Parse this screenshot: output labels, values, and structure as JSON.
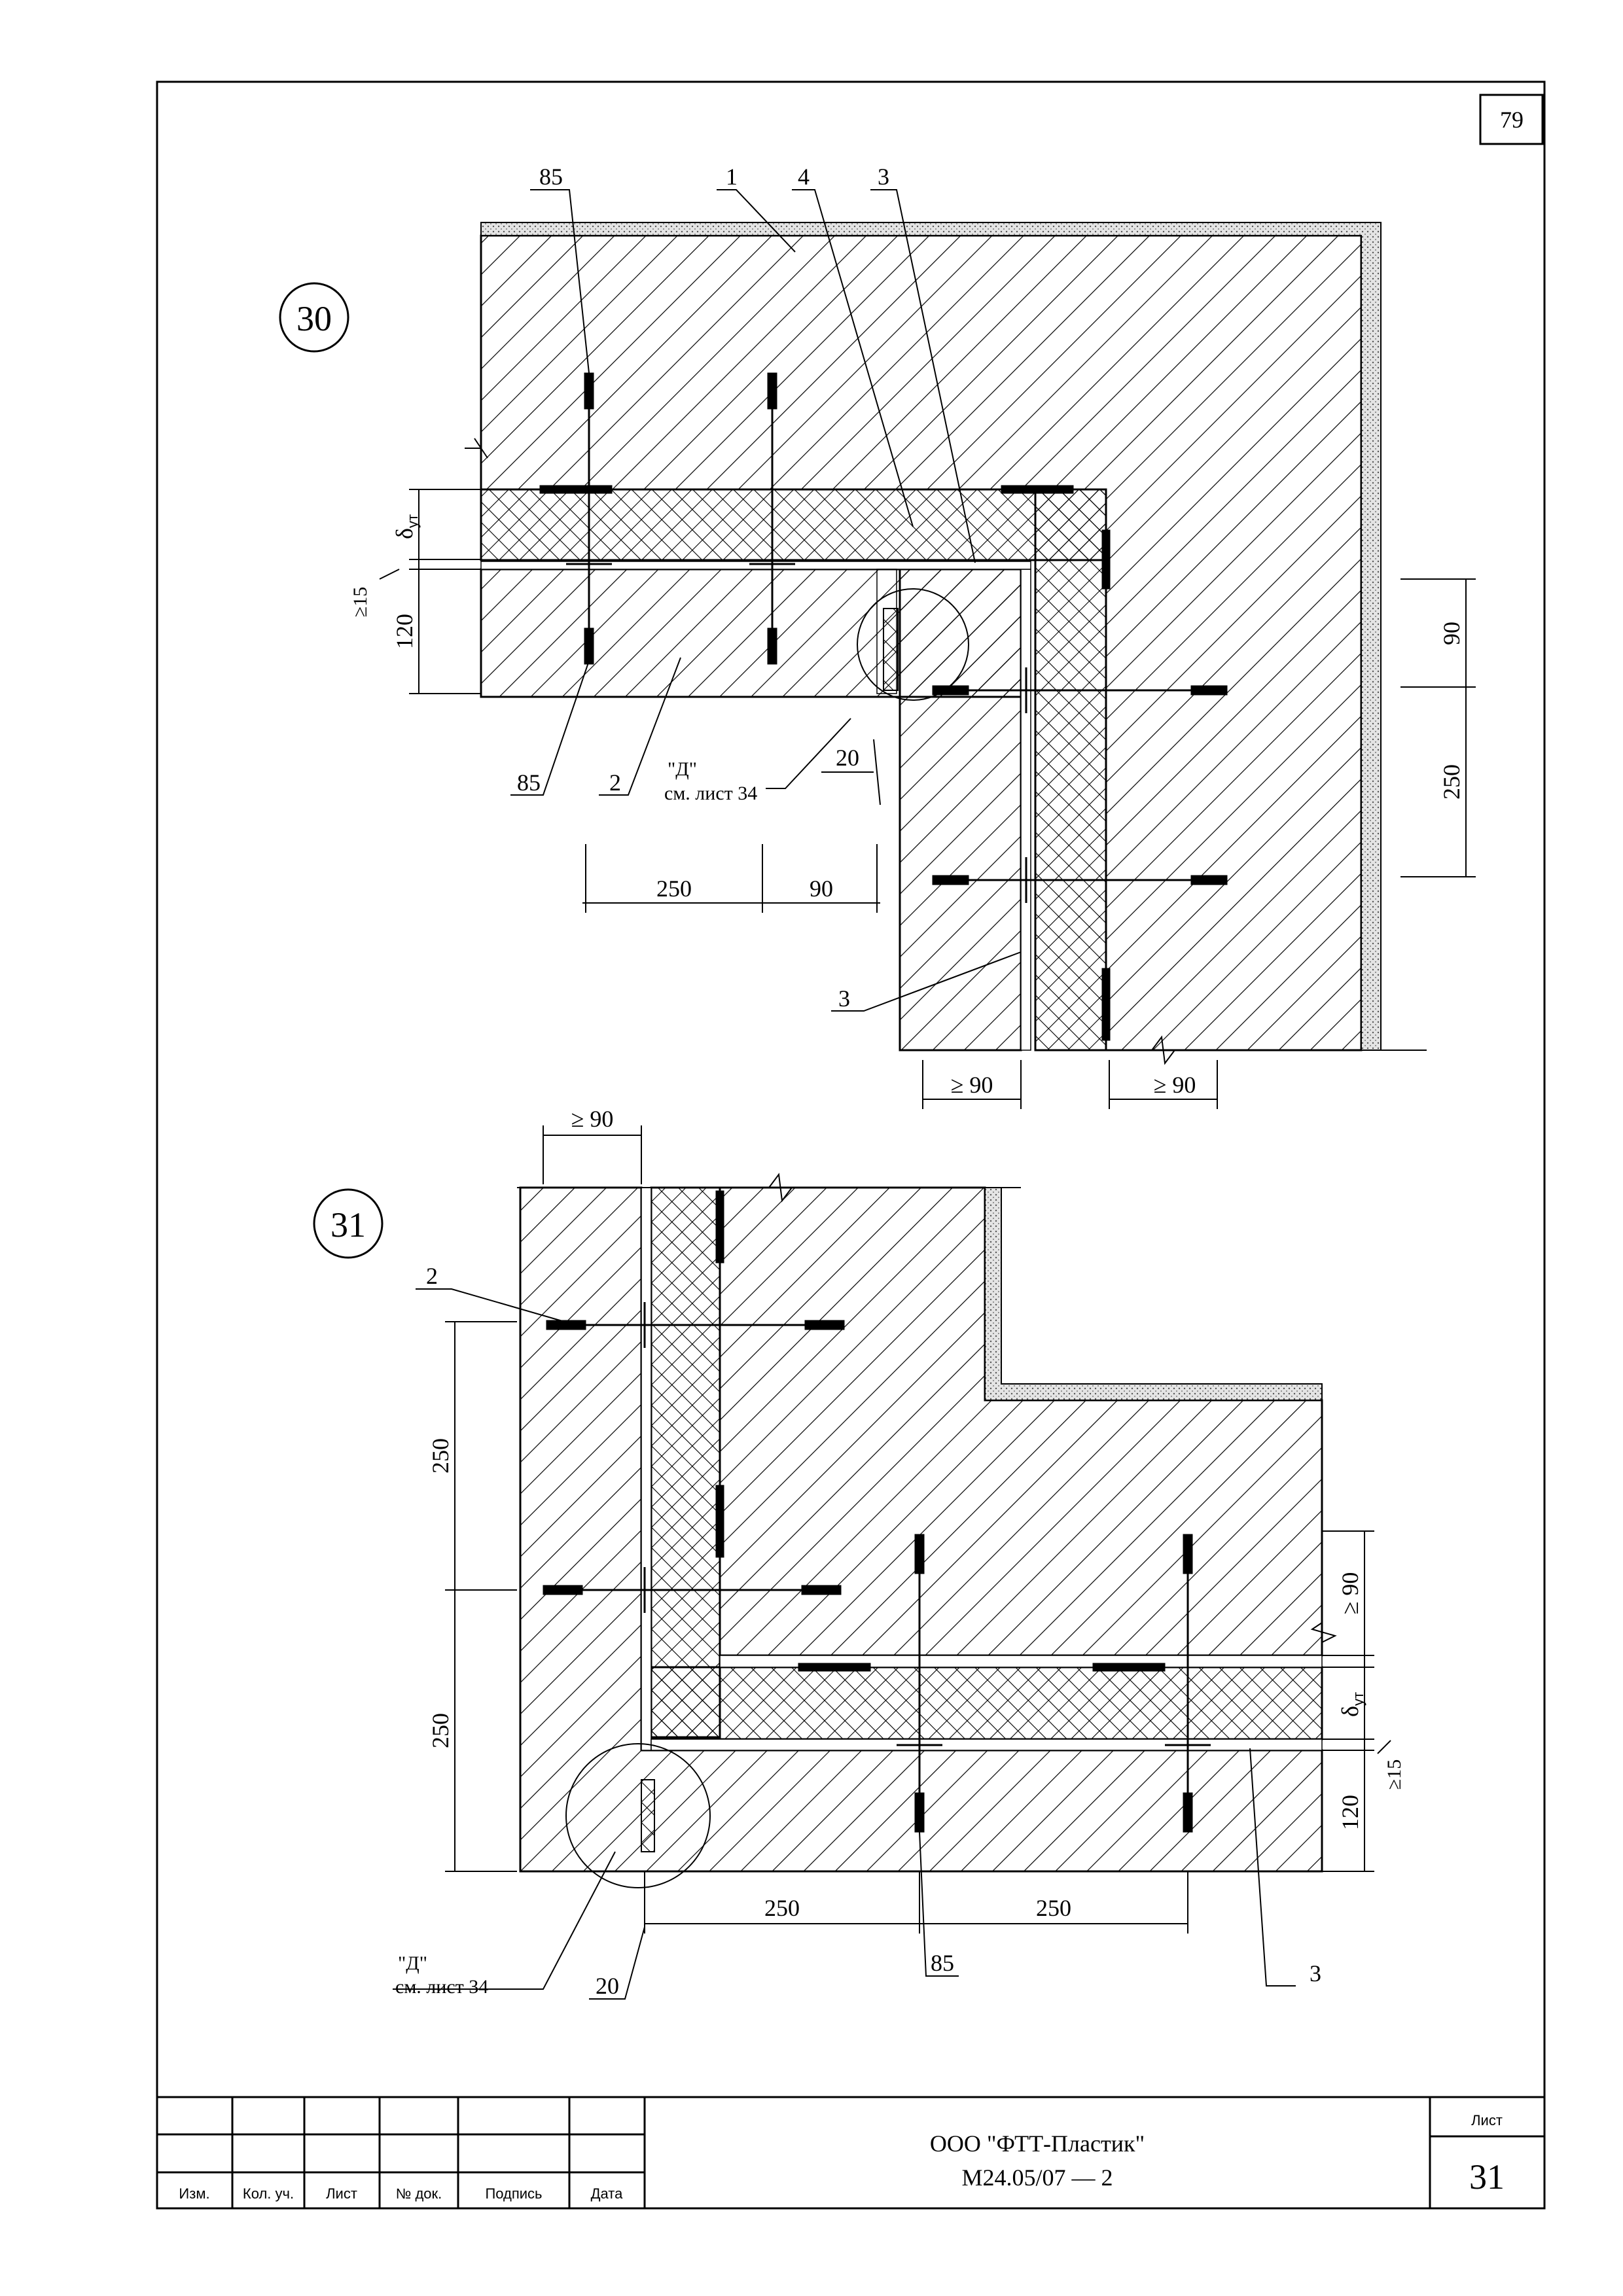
{
  "page_number": "79",
  "detail_30": {
    "marker": "30",
    "labels": [
      "85",
      "1",
      "4",
      "3",
      "85",
      "2",
      "3"
    ],
    "callout": {
      "code": "\"Д\"",
      "ref": "см. лист 34"
    },
    "dims": {
      "d250": "250",
      "d90": "90",
      "d20": "20",
      "ge15": "≥15",
      "d120": "120",
      "delta": "δ",
      "delta_sub": "ут",
      "ge90": "≥ 90"
    }
  },
  "detail_31": {
    "marker": "31",
    "labels": [
      "2",
      "85",
      "3"
    ],
    "callout": {
      "code": "\"Д\"",
      "ref": "см. лист 34"
    },
    "dims": {
      "d250": "250",
      "d90": "≥ 90",
      "d20": "20",
      "ge15": "≥15",
      "d120": "120",
      "delta": "δ",
      "delta_sub": "ут"
    }
  },
  "title_block": {
    "col_headers": [
      "Изм.",
      "Кол. уч.",
      "Лист",
      "№ док.",
      "Подпись",
      "Дата"
    ],
    "org": "ООО \"ФТТ-Пластик\"",
    "doc_code": "М24.05/07 — 2",
    "sheet_label": "Лист",
    "sheet_number": "31"
  }
}
